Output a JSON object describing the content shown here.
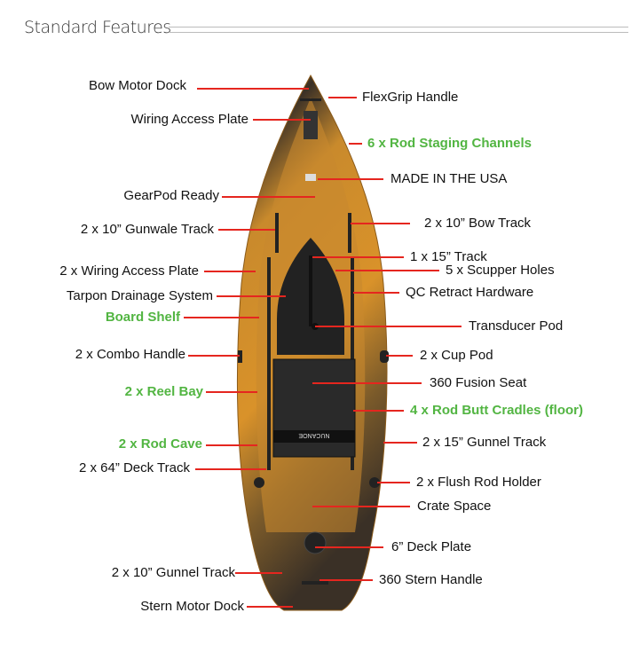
{
  "header": {
    "title": "Standard Features"
  },
  "colors": {
    "leader_line": "#e5261f",
    "highlight_text": "#52b542",
    "hull_orange": "#d9922a",
    "hull_dark": "#2b2620"
  },
  "labels_left": {
    "bow_motor_dock": "Bow Motor Dock",
    "wiring_access_plate": "Wiring Access Plate",
    "gearpod_ready": "GearPod Ready",
    "gunwale_track": "2 x 10” Gunwale Track",
    "wiring_access_plate_2": "2 x Wiring Access Plate",
    "tarpon_drainage": "Tarpon Drainage System",
    "board_shelf": "Board Shelf",
    "combo_handle": "2 x Combo Handle",
    "reel_bay": "2 x Reel Bay",
    "rod_cave": "2 x Rod Cave",
    "deck_track": "2 x 64” Deck Track",
    "gunnel_track_10": "2 x 10” Gunnel Track",
    "stern_motor_dock": "Stern Motor Dock"
  },
  "labels_right": {
    "flexgrip_handle": "FlexGrip Handle",
    "rod_staging": "6 x Rod Staging Channels",
    "made_in_usa": "MADE IN THE USA",
    "bow_track": "2 x 10” Bow Track",
    "track_15": "1 x 15” Track",
    "scupper_holes": "5 x Scupper Holes",
    "qc_retract": "QC Retract Hardware",
    "transducer_pod": "Transducer Pod",
    "cup_pod": "2 x Cup Pod",
    "fusion_seat": "360 Fusion Seat",
    "rod_butt_cradles": "4 x Rod Butt Cradles (floor)",
    "gunnel_track_15": "2 x 15” Gunnel Track",
    "flush_rod_holder": "2 x Flush Rod Holder",
    "crate_space": "Crate Space",
    "deck_plate": "6” Deck Plate",
    "stern_handle": "360 Stern Handle"
  },
  "seat_brand": "NUCANOE"
}
